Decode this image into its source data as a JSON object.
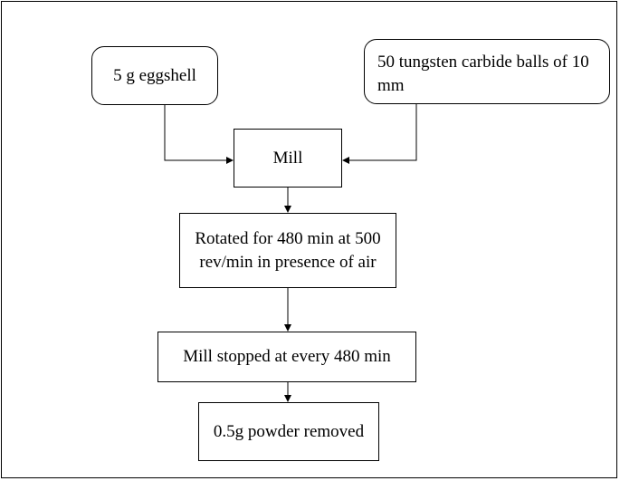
{
  "nodes": {
    "eggshell": "5 g eggshell",
    "balls": "50 tungsten carbide balls of 10 mm",
    "mill": "Mill",
    "rotated": "Rotated for 480 min at 500 rev/min in presence of air",
    "stopped": "Mill stopped at every 480 min",
    "powder": "0.5g powder removed"
  },
  "edges": [
    {
      "from": "eggshell",
      "to": "mill"
    },
    {
      "from": "balls",
      "to": "mill"
    },
    {
      "from": "mill",
      "to": "rotated"
    },
    {
      "from": "rotated",
      "to": "stopped"
    },
    {
      "from": "stopped",
      "to": "powder"
    }
  ]
}
